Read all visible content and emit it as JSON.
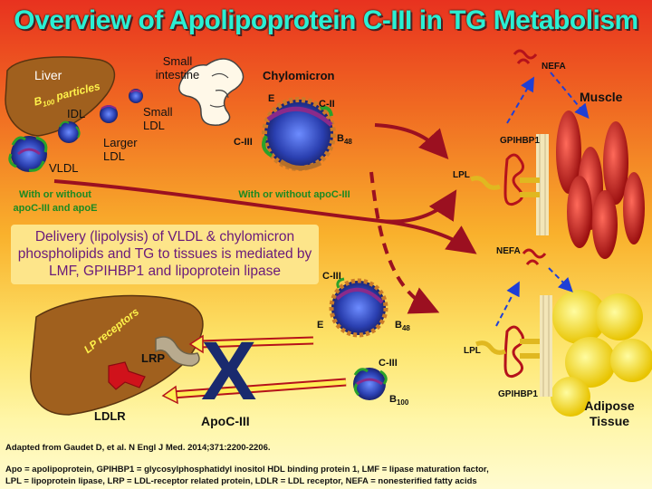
{
  "title": "Overview of Apolipoprotein C-III in TG Metabolism",
  "labels": {
    "liver": "Liver",
    "b100_particles_prefix": "B",
    "b100_particles_sub": "100",
    "b100_particles_suffix": " particles",
    "idl": "IDL",
    "small_ldl": "Small LDL",
    "larger_ldl": "Larger LDL",
    "vldl": "VLDL",
    "small_intestine": "Small intestine",
    "chylomicron": "Chylomicron",
    "e_top": "E",
    "c2": "C-II",
    "c3_top": "C-III",
    "b48_top_prefix": "B",
    "b48_top_sub": "48",
    "with_or_without_left": "With or without apoC-III and apoE",
    "with_or_without_mid": "With or without apoC-III",
    "nefa_top": "NEFA",
    "muscle": "Muscle",
    "gpihbp1_top": "GPIHBP1",
    "lpl_top": "LPL",
    "nefa_mid": "NEFA",
    "delivery": "Delivery (lipolysis) of VLDL & chylomicron phospholipids and TG to tissues is mediated by LMF, GPIHBP1 and lipoprotein lipase",
    "c3_mid": "C-III",
    "e_mid": "E",
    "b48_mid_prefix": "B",
    "b48_mid_sub": "48",
    "lp_receptors": "LP receptors",
    "lrp": "LRP",
    "ldlr": "LDLR",
    "x_mark": "X",
    "apoc3": "ApoC-III",
    "c3_bottom": "C-III",
    "b100_bottom_prefix": "B",
    "b100_bottom_sub": "100",
    "lpl_bottom": "LPL",
    "gpihbp1_bottom": "GPIHBP1",
    "adipose": "Adipose Tissue"
  },
  "footnote": {
    "citation": "Adapted from Gaudet D, et al. N Engl J Med. 2014;371:2200-2206.",
    "abbrev_line1": "Apo = apolipoprotein, GPIHBP1 = glycosylphosphatidyl inositol HDL binding protein 1,  LMF = lipase maturation factor,",
    "abbrev_line2": "LPL = lipoprotein lipase, LRP = LDL-receptor related protein, LDLR = LDL receptor, NEFA = nonesterified fatty acids"
  },
  "colors": {
    "title": "#2af0d4",
    "liver": "#a0601e",
    "arrow": "#9b1020",
    "blue_arrow": "#1f3fd6",
    "x_mark": "#1a2a6e",
    "muscle": "#c81d1d",
    "adipose": "#ffe000"
  }
}
